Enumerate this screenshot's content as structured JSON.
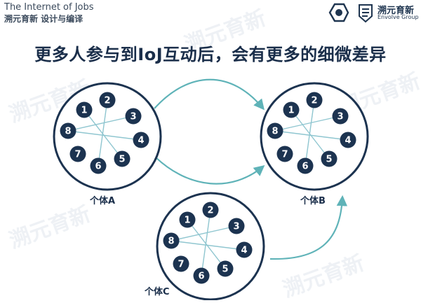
{
  "header": {
    "line1": "The Internet of Jobs",
    "line2": "溯元育新 设计与编译"
  },
  "brand": {
    "name_cn": "溯元育新",
    "name_en": "Envolve Group",
    "logo_icon": "hexagon-logo-icon",
    "mark_icon": "shield-mark-icon"
  },
  "title": "更多人参与到IoJ互动后，会有更多的细微差异",
  "watermark": "溯元育新",
  "colors": {
    "node": "#1c3350",
    "ring": "#1c3350",
    "arrow": "#5fb3b8",
    "inner_arrow": "#8fc6d0"
  },
  "groups": [
    {
      "id": "A",
      "label": "个体A",
      "nodes": [
        "1",
        "2",
        "3",
        "4",
        "5",
        "6",
        "7",
        "8"
      ]
    },
    {
      "id": "B",
      "label": "个体B",
      "nodes": [
        "1",
        "2",
        "3",
        "4",
        "5",
        "6",
        "7",
        "8"
      ]
    },
    {
      "id": "C",
      "label": "个体C",
      "nodes": [
        "1",
        "2",
        "3",
        "4",
        "5",
        "6",
        "7",
        "8"
      ]
    }
  ]
}
